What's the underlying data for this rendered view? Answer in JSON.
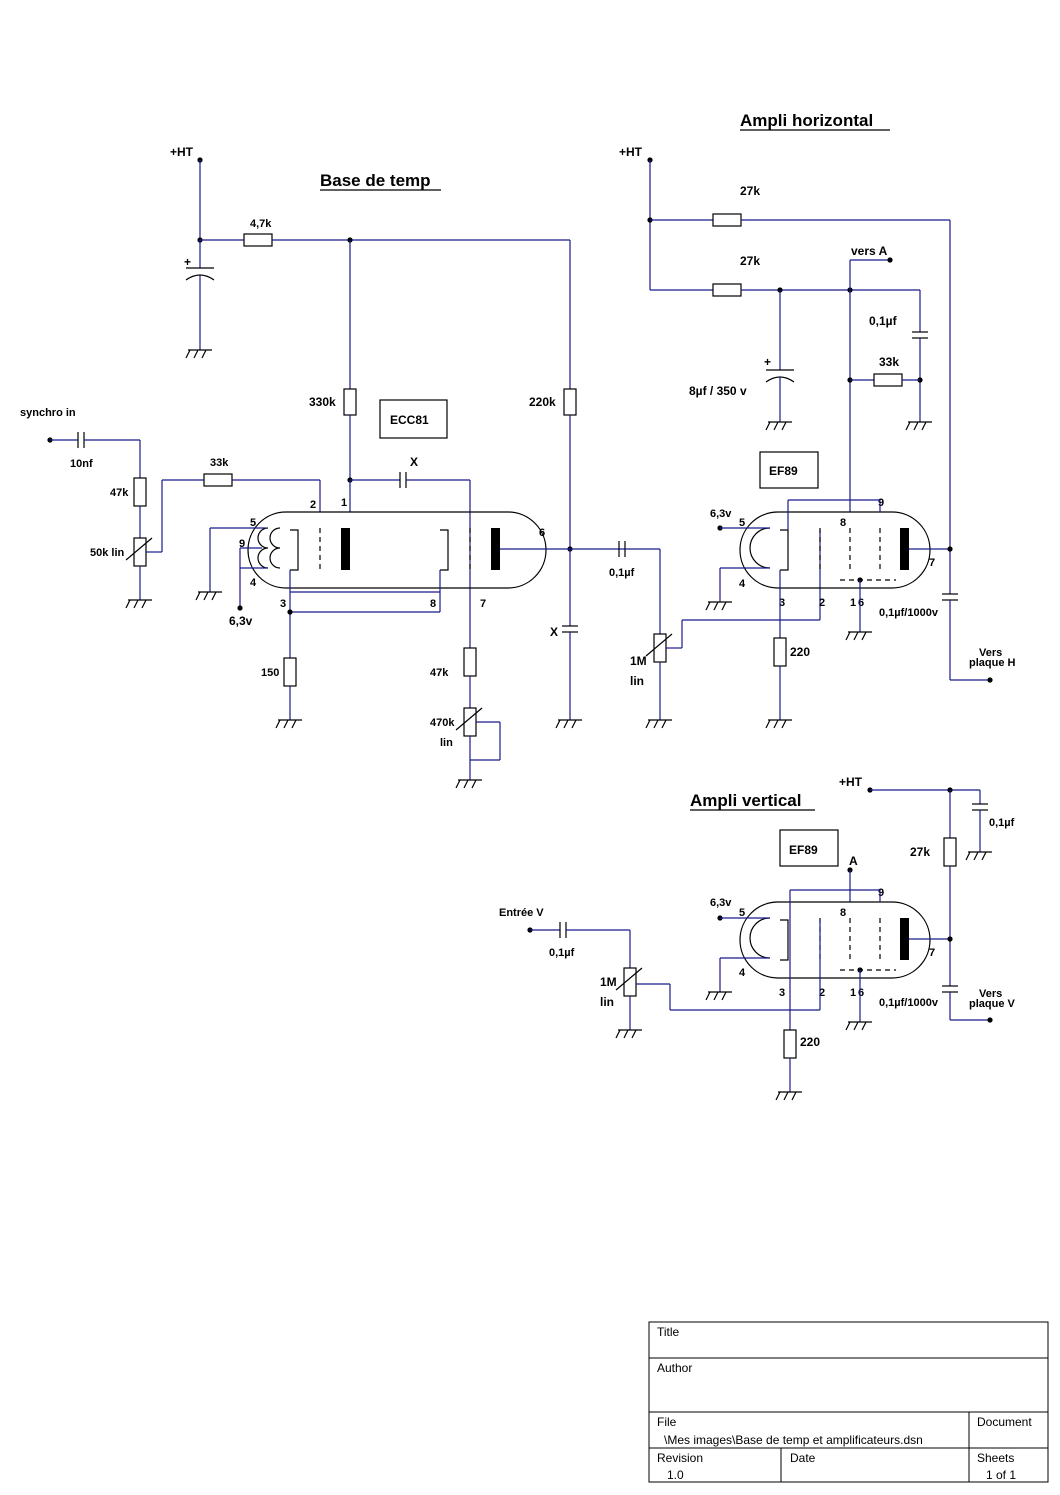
{
  "titles": {
    "base": "Base de temp",
    "ampli_h": "Ampli horizontal",
    "ampli_v": "Ampli vertical"
  },
  "tubes": {
    "ecc81": "ECC81",
    "ef89_h": "EF89",
    "ef89_v": "EF89"
  },
  "labels": {
    "ht1": "+HT",
    "ht2": "+HT",
    "ht3": "+HT",
    "r_4k7": "4,7k",
    "r_330k": "330k",
    "r_220k": "220k",
    "r_33k_a": "33k",
    "r_47k_a": "47k",
    "pot_50k": "50k lin",
    "c_10nf": "10nf",
    "synchro": "synchro in",
    "c_x1": "X",
    "c_x2": "X",
    "r_150": "150",
    "r_47k_b": "47k",
    "pot_470k": "470k",
    "lin_470k": "lin",
    "v63_a": "6,3v",
    "c_01_a": "0,1µf",
    "pot_1m_a": "1M",
    "lin_1m_a": "lin",
    "r_27k_a": "27k",
    "r_27k_b": "27k",
    "vers_a": "vers A",
    "c_01_b": "0,1µf",
    "r_33k_b": "33k",
    "c_8uf": "8µf / 350 v",
    "v63_b": "6,3v",
    "r_220_a": "220",
    "c_01_1000_a": "0,1µf/1000v",
    "vers_h1": "Vers",
    "vers_h2": "plaque H",
    "c_01_c": "0,1µf",
    "r_27k_c": "27k",
    "a_lbl": "A",
    "v63_c": "6,3v",
    "entree": "Entrée V",
    "c_01_d": "0,1µf",
    "pot_1m_b": "1M",
    "lin_1m_b": "lin",
    "r_220_b": "220",
    "c_01_1000_b": "0,1µf/1000v",
    "vers_v1": "Vers",
    "vers_v2": "plaque V"
  },
  "pins": {
    "e_2": "2",
    "e_1": "1",
    "e_5": "5",
    "e_9": "9",
    "e_4": "4",
    "e_3": "3",
    "e_8": "8",
    "e_7": "7",
    "e_6": "6",
    "h_9": "9",
    "h_5": "5",
    "h_8": "8",
    "h_4": "4",
    "h_3": "3",
    "h_2": "2",
    "h_1": "1",
    "h_6": "6",
    "h_7": "7",
    "v_9": "9",
    "v_5": "5",
    "v_8": "8",
    "v_4": "4",
    "v_3": "3",
    "v_2": "2",
    "v_1": "1",
    "v_6": "6",
    "v_7": "7"
  },
  "title_block": {
    "title_label": "Title",
    "author_label": "Author",
    "file_label": "File",
    "file_value": "\\Mes images\\Base de temp et amplificateurs.dsn",
    "document_label": "Document",
    "revision_label": "Revision",
    "revision_value": "1.0",
    "date_label": "Date",
    "sheets_label": "Sheets",
    "sheets_value": "1 of 1"
  }
}
